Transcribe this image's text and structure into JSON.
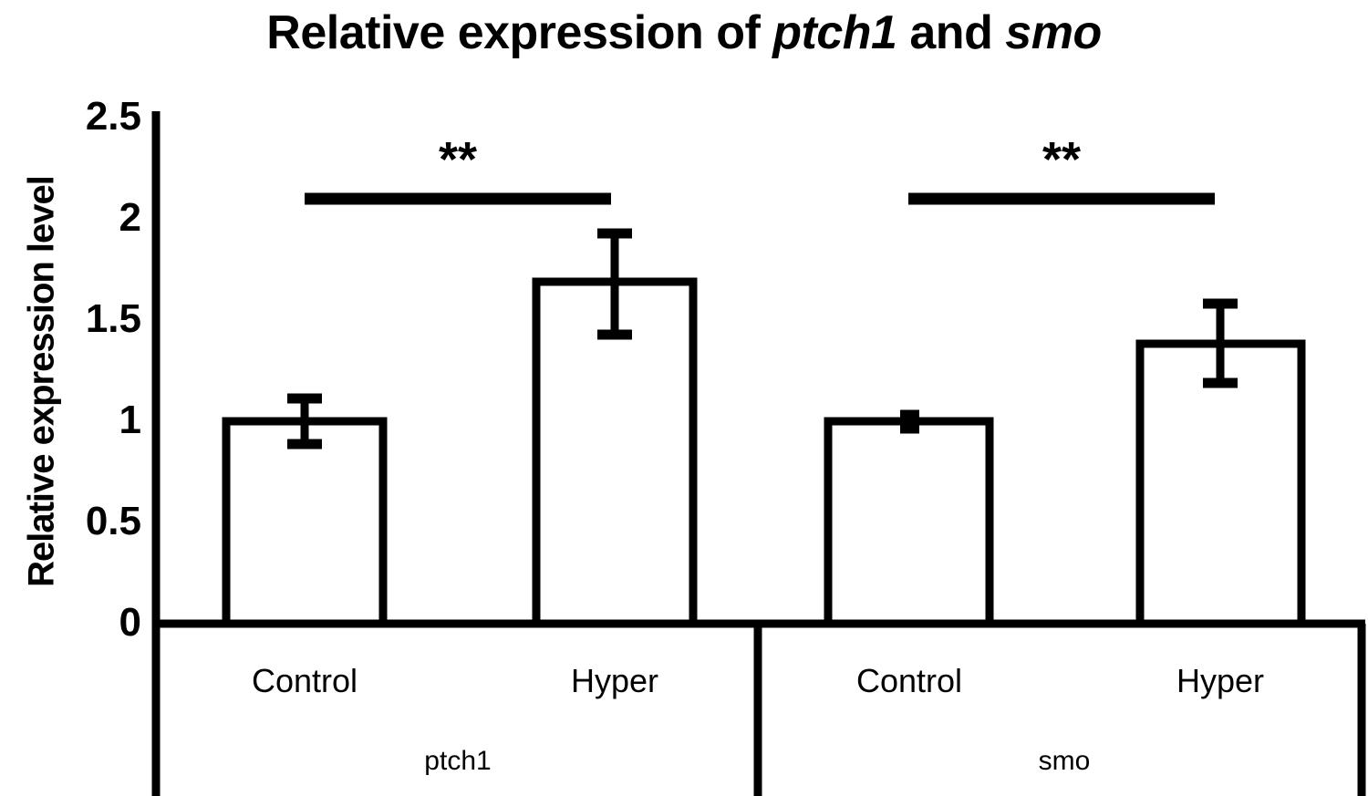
{
  "chart_data": {
    "type": "bar",
    "title": "Relative expression of ptch1 and smo",
    "title_parts": {
      "prefix": "Relative expression of ",
      "gene1": "ptch1",
      "middle": " and ",
      "gene2": "smo"
    },
    "xlabel": "",
    "ylabel": "Relative expression level",
    "ylim": [
      0,
      2.5
    ],
    "ytick_values": [
      0,
      0.5,
      1,
      1.5,
      2,
      2.5
    ],
    "ytick_labels": [
      "0",
      "0.5",
      "1",
      "1.5",
      "2",
      "2.5"
    ],
    "grid": false,
    "legend": "none",
    "bar_style": "outline-white-fill-black-border",
    "groups": [
      {
        "name": "ptch1",
        "categories": [
          "Control",
          "Hyper"
        ],
        "values": [
          1.0,
          1.68
        ],
        "errors": [
          0.11,
          0.25
        ],
        "significance": "**"
      },
      {
        "name": "smo",
        "categories": [
          "Control",
          "Hyper"
        ],
        "values": [
          1.0,
          1.38
        ],
        "errors": [
          0.01,
          0.2
        ],
        "significance": "**"
      }
    ],
    "bars": [
      {
        "id": "ptch1-control",
        "group": "ptch1",
        "category": "Control",
        "value": 1.0,
        "error": 0.11
      },
      {
        "id": "ptch1-hyper",
        "group": "ptch1",
        "category": "Hyper",
        "value": 1.68,
        "error": 0.25
      },
      {
        "id": "smo-control",
        "group": "smo",
        "category": "Control",
        "value": 1.0,
        "error": 0.01
      },
      {
        "id": "smo-hyper",
        "group": "smo",
        "category": "Hyper",
        "value": 1.38,
        "error": 0.2
      }
    ],
    "annotations": [
      {
        "id": "sig-ptch1",
        "text": "**",
        "group": "ptch1",
        "spans": [
          "Control",
          "Hyper"
        ]
      },
      {
        "id": "sig-smo",
        "text": "**",
        "group": "smo",
        "spans": [
          "Control",
          "Hyper"
        ]
      }
    ],
    "colors": {
      "bar_fill": "#ffffff",
      "bar_edge": "#000000",
      "axis": "#000000",
      "text": "#000000",
      "background": "#ffffff"
    }
  },
  "axis": {
    "y_ticks": {
      "t0": "0",
      "t1": "0.5",
      "t2": "1",
      "t3": "1.5",
      "t4": "2",
      "t5": "2.5"
    },
    "y_title": "Relative expression level"
  },
  "categories": {
    "ptch1_control": "Control",
    "ptch1_hyper": "Hyper",
    "smo_control": "Control",
    "smo_hyper": "Hyper"
  },
  "group_labels": {
    "ptch1": "ptch1",
    "smo": "smo"
  },
  "significance": {
    "ptch1": "**",
    "smo": "**"
  },
  "title": {
    "prefix": "Relative expression of ",
    "gene1": "ptch1",
    "middle": " and ",
    "gene2": "smo"
  }
}
